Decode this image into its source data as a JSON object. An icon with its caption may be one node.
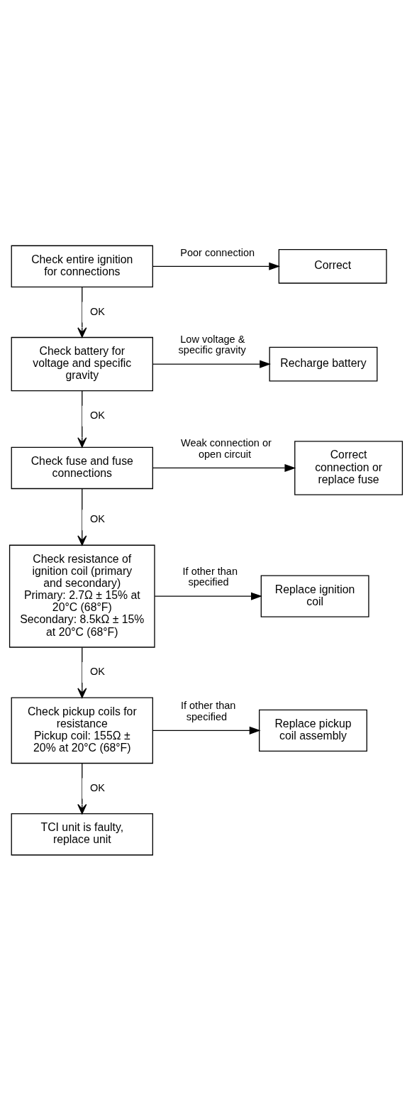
{
  "diagram": {
    "nodes": [
      {
        "text": [
          "Check entire ignition for connections"
        ]
      },
      {
        "text": [
          "Correct"
        ]
      },
      {
        "text": [
          "Check battery for voltage and specific gravity"
        ]
      },
      {
        "text": [
          "Recharge battery"
        ]
      },
      {
        "text": [
          "Check fuse and fuse connections"
        ]
      },
      {
        "text": [
          "Correct connection or replace fuse"
        ]
      },
      {
        "text": [
          "Check resistance of ignition coil (primary and secondary)",
          "Primary: 2.7Ω ± 15% at 20°C (68°F)",
          "Secondary: 8.5kΩ ± 15% at 20°C (68°F)"
        ]
      },
      {
        "text": [
          "Replace ignition coil"
        ]
      },
      {
        "text": [
          "Check pickup coils for resistance",
          "Pickup coil: 155Ω ± 20% at 20°C (68°F)"
        ]
      },
      {
        "text": [
          "Replace pickup coil assembly"
        ]
      },
      {
        "text": [
          "TCI unit is faulty, replace unit"
        ]
      }
    ],
    "edges": [
      {
        "from": 0,
        "to": 1,
        "arrow": "to",
        "label": "Poor connection"
      },
      {
        "from": 0,
        "to": 2,
        "arrow": "to",
        "label": "OK"
      },
      {
        "from": 2,
        "to": 3,
        "arrow": "to",
        "label": "Low voltage & specific gravity"
      },
      {
        "from": 2,
        "to": 4,
        "arrow": "to",
        "label": "OK"
      },
      {
        "from": 4,
        "to": 5,
        "arrow": "to",
        "label": "Weak connection or open circuit"
      },
      {
        "from": 4,
        "to": 6,
        "arrow": "to",
        "label": "OK"
      },
      {
        "from": 6,
        "to": 7,
        "arrow": "to",
        "label": "If other than specified"
      },
      {
        "from": 6,
        "to": 8,
        "arrow": "to",
        "label": "OK"
      },
      {
        "from": 8,
        "to": 9,
        "arrow": "to",
        "label": "If other than specified"
      },
      {
        "from": 8,
        "to": 10,
        "arrow": "to",
        "label": "OK"
      }
    ]
  }
}
